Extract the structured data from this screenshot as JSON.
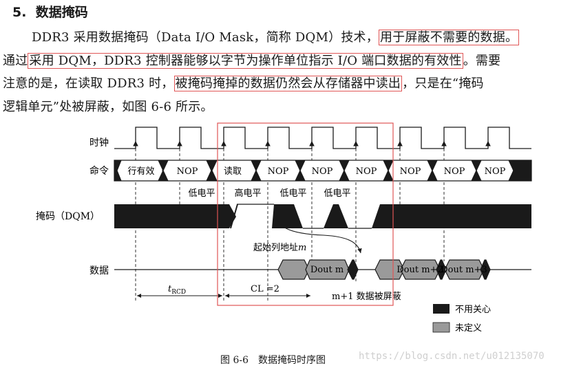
{
  "section": {
    "number": "5.",
    "title": "数据掩码"
  },
  "paragraph": {
    "l1_a": "DDR3 采用数据掩码（Data I/O Mask，简称 DQM）技术，",
    "l1_hl": "用于屏蔽不需要的数据。",
    "l2_a": "通过",
    "l2_hl": "采用 DQM，DDR3 控制器能够以字节为操作单位指示 I/O 端口数据的有效性",
    "l2_b": "。需要",
    "l3_a": "注意的是，在读取 DDR3 时，",
    "l3_hl": "被掩码掩掉的数据仍然会从存储器中读出",
    "l3_b": "，只是在“掩码",
    "l4": "逻辑单元”处被屏蔽，如图 6-6 所示。"
  },
  "diagram": {
    "signals": {
      "clock": "时钟",
      "command": "命令",
      "mask": "掩码（DQM）",
      "data": "数据"
    },
    "commands": [
      "行有效",
      "NOP",
      "读取",
      "NOP",
      "NOP",
      "NOP",
      "NOP",
      "NOP",
      "NOP"
    ],
    "levels": [
      "低电平",
      "高电平",
      "低电平",
      "低电平"
    ],
    "address_label": "起始列地址",
    "address_var": "m",
    "data_cells": [
      "Dout m",
      "Dout m+2",
      "Dout m+3"
    ],
    "timing": {
      "trcd": "t",
      "trcd_sub": "RCD",
      "cl": "CL =2"
    },
    "masked_note": "m+1 数据被屏蔽",
    "legend": [
      {
        "label": "不用关心",
        "color": "#1a1a1a"
      },
      {
        "label": "未定义",
        "color": "#9a9a9a"
      }
    ]
  },
  "caption": "图 6-6　数据掩码时序图",
  "watermark": "https://blog.csdn.net/u012135070",
  "colors": {
    "highlight": "#e05555",
    "dont_care": "#1a1a1a",
    "undefined": "#9a9a9a"
  }
}
